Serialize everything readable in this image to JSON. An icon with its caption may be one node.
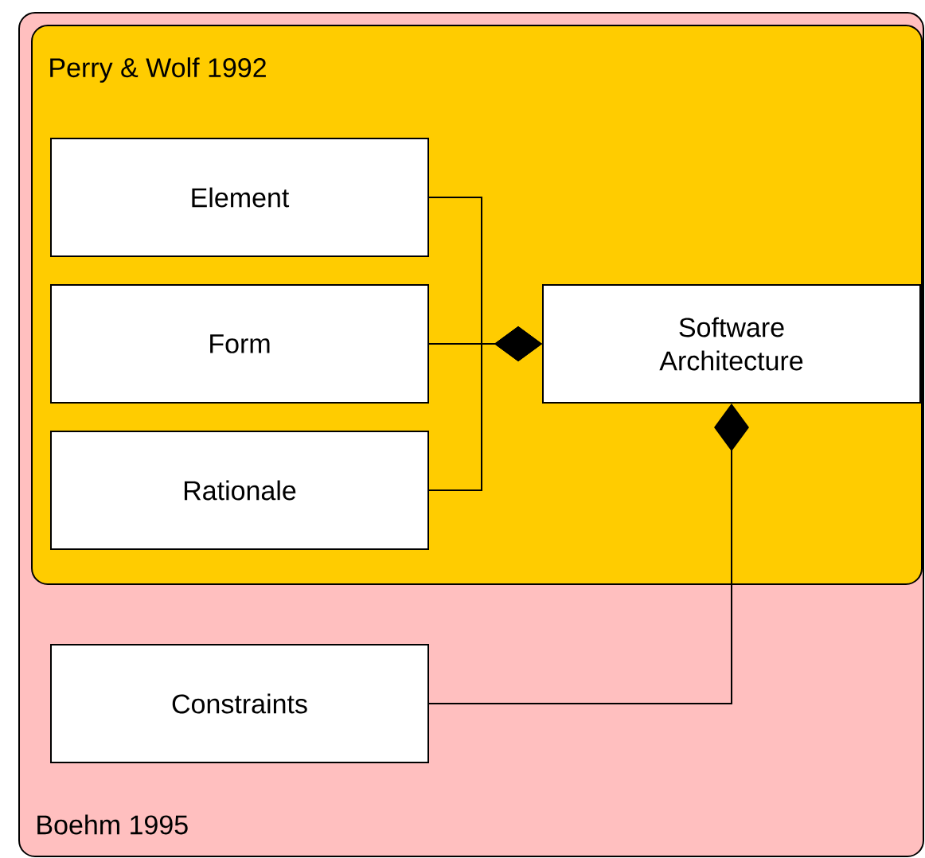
{
  "diagram": {
    "nodes": [
      {
        "text": [
          "Boehm 1995"
        ]
      },
      {
        "text": [
          "Perry & Wolf 1992"
        ],
        "in": 0
      },
      {
        "text": [
          "Element"
        ],
        "in": 1
      },
      {
        "text": [
          "Form"
        ],
        "in": 1
      },
      {
        "text": [
          "Rationale"
        ],
        "in": 1
      },
      {
        "text": [
          "Software Architecture"
        ],
        "in": 1
      },
      {
        "text": [
          "Constraints"
        ],
        "in": 0
      }
    ],
    "edges": [
      {
        "from": 2,
        "to": 5,
        "arrow": "other"
      },
      {
        "from": 3,
        "to": 5,
        "arrow": "other"
      },
      {
        "from": 4,
        "to": 5,
        "arrow": "other"
      },
      {
        "from": 6,
        "to": 5,
        "arrow": "other"
      }
    ]
  }
}
